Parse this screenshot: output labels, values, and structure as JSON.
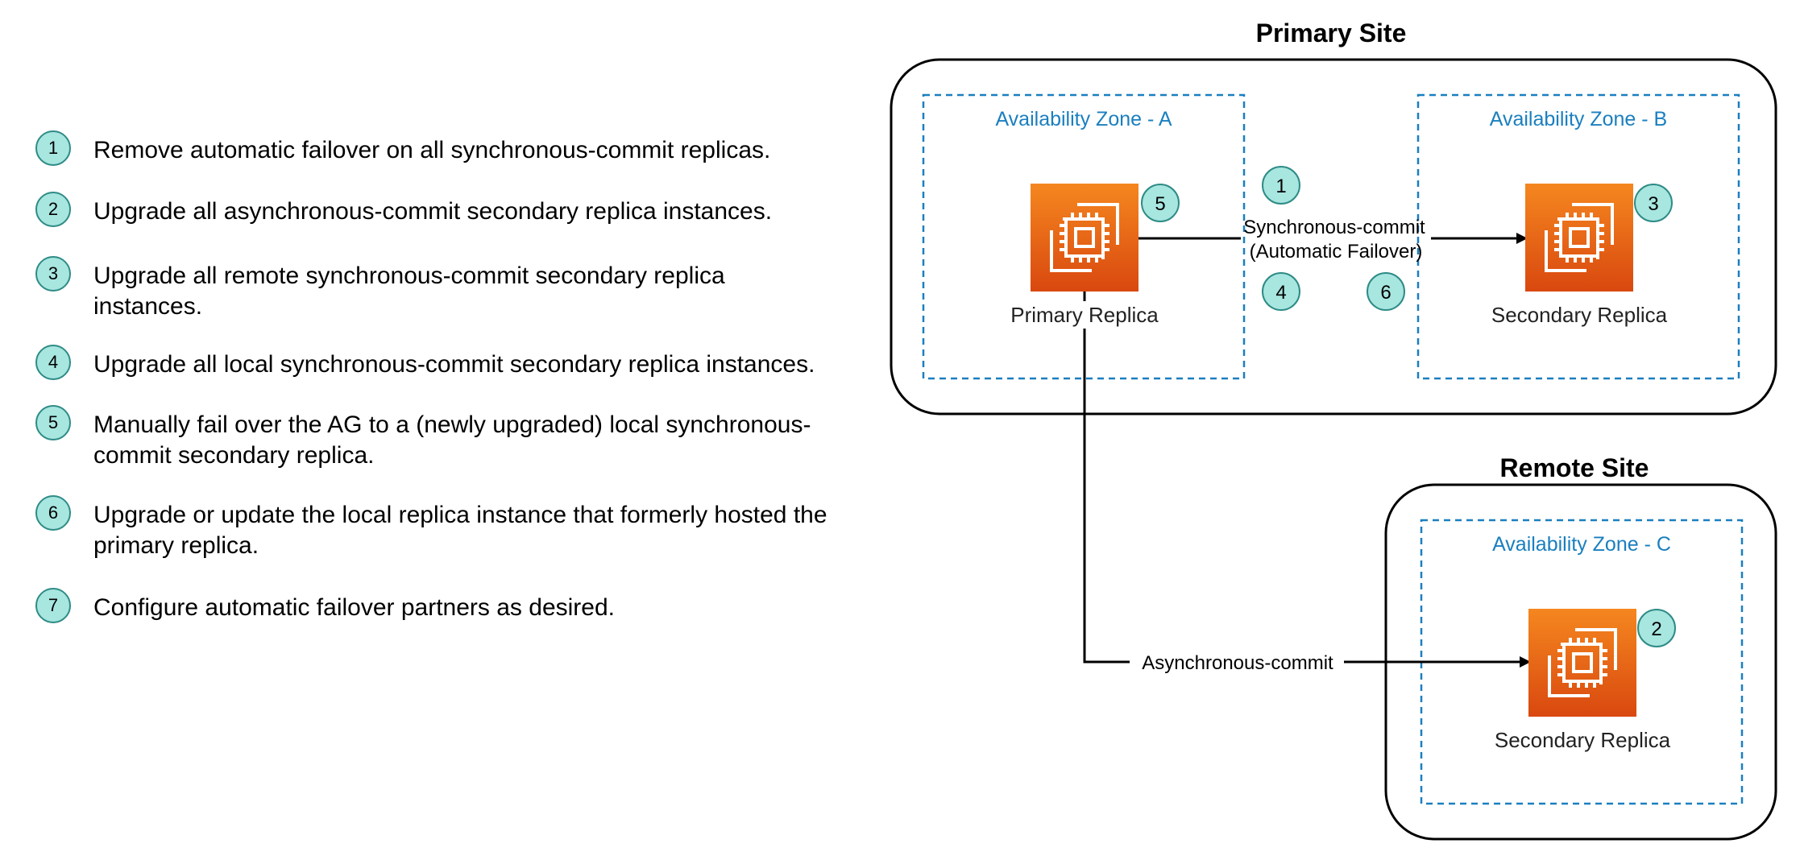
{
  "steps": [
    {
      "num": "1",
      "text": "Remove automatic failover on all synchronous-commit replicas."
    },
    {
      "num": "2",
      "text": "Upgrade all asynchronous-commit secondary replica instances."
    },
    {
      "num": "3",
      "text": "Upgrade all remote synchronous-commit secondary replica instances."
    },
    {
      "num": "4",
      "text": "Upgrade all local synchronous-commit secondary replica instances."
    },
    {
      "num": "5",
      "text": "Manually fail over the AG to a (newly upgraded) local synchronous-commit secondary replica."
    },
    {
      "num": "6",
      "text": "Upgrade or update the local replica instance that formerly hosted the primary replica."
    },
    {
      "num": "7",
      "text": "Configure automatic failover partners as desired."
    }
  ],
  "primary_site": {
    "title": "Primary Site",
    "zone_a": {
      "label": "Availability Zone - A",
      "node_label": "Primary Replica",
      "badge": "5"
    },
    "zone_b": {
      "label": "Availability Zone - B",
      "node_label": "Secondary Replica",
      "badge": "3"
    }
  },
  "remote_site": {
    "title": "Remote Site",
    "zone_c": {
      "label": "Availability Zone - C",
      "node_label": "Secondary Replica",
      "badge": "2"
    }
  },
  "edges": {
    "sync_line1": "Synchronous-commit",
    "sync_line2": "(Automatic Failover)",
    "async": "Asynchronous-commit"
  },
  "edge_badges": {
    "top": "1",
    "left": "4",
    "right": "6"
  },
  "colors": {
    "badge_fill": "#a8e6e0",
    "badge_stroke": "#2e8b86",
    "zone_border": "#1a7fbf",
    "ec2_top": "#f5871f",
    "ec2_bottom": "#d9480f"
  },
  "icons": {
    "instance": "ec2-instance-icon"
  }
}
